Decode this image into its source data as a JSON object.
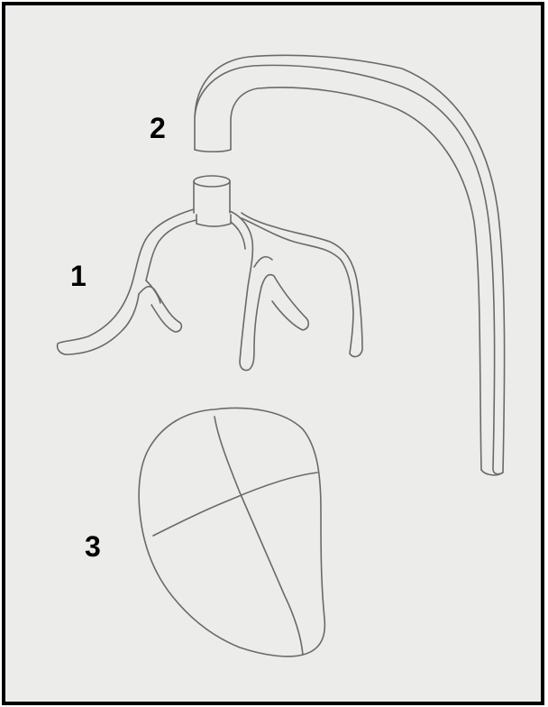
{
  "labels": {
    "vessel_tree": "1",
    "aortic_arch": "2",
    "heart": "3"
  },
  "colors": {
    "border": "#000000",
    "paper": "#ececeb",
    "pencil": "#6a6a6a",
    "label": "#000000"
  }
}
